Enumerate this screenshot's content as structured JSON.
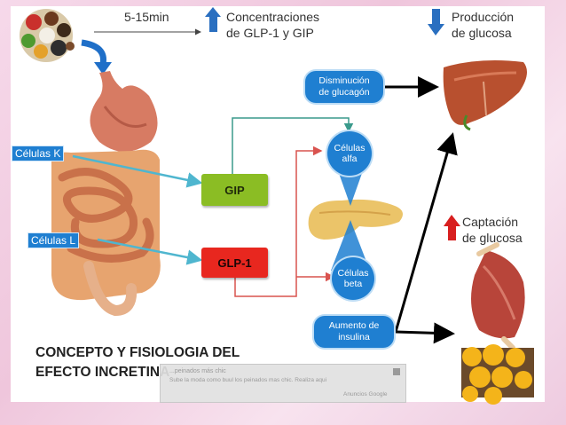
{
  "top": {
    "time": "5-15min",
    "concentrations_line1": "Concentraciones",
    "concentrations_line2": "de GLP-1 y GIP",
    "production_line1": "Producción",
    "production_line2": "de glucosa"
  },
  "cells": {
    "k": "Células K",
    "l": "Células L"
  },
  "hormones": {
    "gip": "GIP",
    "glp1": "GLP-1"
  },
  "pancreas": {
    "alpha_line1": "Células",
    "alpha_line2": "alfa",
    "beta_line1": "Células",
    "beta_line2": "beta"
  },
  "effects": {
    "glucagon_line1": "Disminución",
    "glucagon_line2": "de glucagón",
    "insulin_line1": "Aumento de",
    "insulin_line2": "insulina"
  },
  "uptake": {
    "line1": "Captación",
    "line2": "de glucosa"
  },
  "title": {
    "line1": "CONCEPTO Y FISIOLOGIA DEL",
    "line2": "EFECTO INCRETINA"
  },
  "ad": {
    "headline": "...peinados más chic",
    "body": "Sube la moda como buul los peinados mas chic. Realiza aqui",
    "footer": "Anuncios Google"
  },
  "colors": {
    "blue": "#1f7fd1",
    "gip_green": "#8bbd24",
    "glp1_red": "#e8271f",
    "teal_line": "#3a9a8c",
    "red_line": "#d9534f",
    "up_arrow_blue": "#2a6fc0",
    "up_arrow_red": "#d81f1f"
  }
}
